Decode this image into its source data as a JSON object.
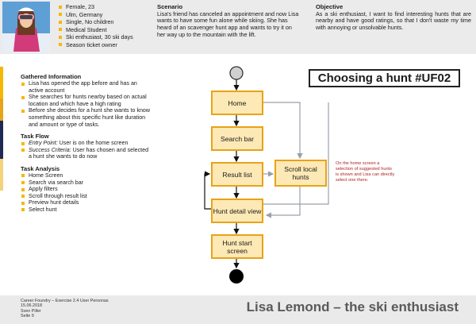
{
  "persona": {
    "bullets": [
      "Female, 23",
      "Ulm, Germany",
      "Single, No children",
      "Medical Student",
      "Ski enthusiast, 30 ski days",
      "Season ticket owner"
    ]
  },
  "scenario": {
    "heading": "Scenario",
    "text": "Lisa's friend has canceled an appointment and now Lisa wants to have some fun alone while skiing. She has heard of an scavenger hunt app and wants to try it on her way up to the mountain with the lift."
  },
  "objective": {
    "heading": "Objective",
    "text": "As a ski enthusiast, I want to find interesting hunts that are nearby and have good ratings, so that I don't waste my time with annoying or unsolvable hunts."
  },
  "gathered": {
    "heading": "Gathered Information",
    "items": [
      "Lisa has opened the app before and has an active account",
      "She searches for hunts nearby based on actual location and which have a high rating",
      "Before she decides for a hunt she wants to know something about this specific hunt like duration and amount or type of tasks."
    ]
  },
  "taskflow": {
    "heading": "Task Flow",
    "entry_label": "Entry Point:",
    "entry_text": " User is on the home screen",
    "success_label": "Success Criteria:",
    "success_text": " User has chosen and selected a hunt she wants to do now"
  },
  "analysis": {
    "heading": "Task Analysis",
    "items": [
      "Home Screen",
      "Search via search bar",
      "Apply filters",
      "Scroll through result list",
      "Preview hunt details",
      "Select hunt"
    ]
  },
  "title": "Choosing a hunt #UF02",
  "flow": {
    "home": "Home",
    "search": "Search bar",
    "results": "Result list",
    "detail": "Hunt detail view",
    "start": "Hunt start screen",
    "scroll": "Scroll local hunts",
    "annotation": "On the home screen a selection of suggested hunts is shown and Lisa can directly select one there."
  },
  "footer": {
    "line1": "Career Foundry – Exercise 2.4 User Personas",
    "line2": "15.06.2018",
    "line3": "Sven Piller",
    "line4": "Seite 9",
    "title": "Lisa Lemond – the ski enthusiast"
  },
  "colors": {
    "accent": "#f5b800",
    "node_fill": "#fde9b5",
    "node_border": "#e8a317",
    "annotation": "#b01f1f",
    "nav_dark": "#1e2a55"
  }
}
